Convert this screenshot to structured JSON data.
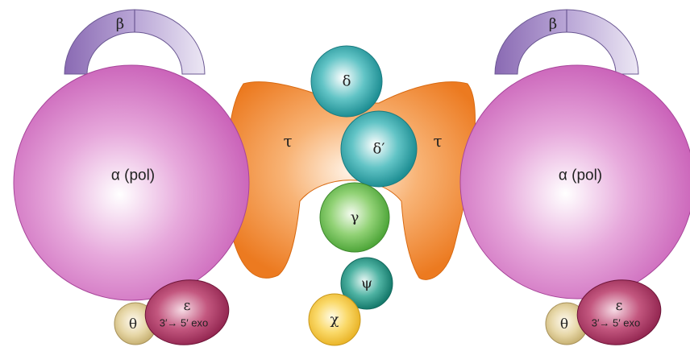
{
  "labels": {
    "beta_left": "β",
    "beta_right": "β",
    "alpha_left": "α (pol)",
    "alpha_right": "α (pol)",
    "tau_left": "τ",
    "tau_right": "τ",
    "delta": "δ",
    "delta_prime": "δ′",
    "gamma": "γ",
    "psi": "ψ",
    "chi": "χ",
    "theta_left": "θ",
    "theta_right": "θ",
    "epsilon_left": "ε",
    "epsilon_right": "ε",
    "exo_left": "3′→ 5′ exo",
    "exo_right": "3′→ 5′ exo"
  },
  "colors": {
    "alpha": "#c75bb5",
    "beta": "#9b7fc0",
    "tau": "#f0822a",
    "delta": "#2a9ea3",
    "gamma": "#6fbe54",
    "psi": "#1f8f80",
    "chi": "#f6c93b",
    "theta": "#d8c48a",
    "epsilon": "#9c2a57"
  }
}
